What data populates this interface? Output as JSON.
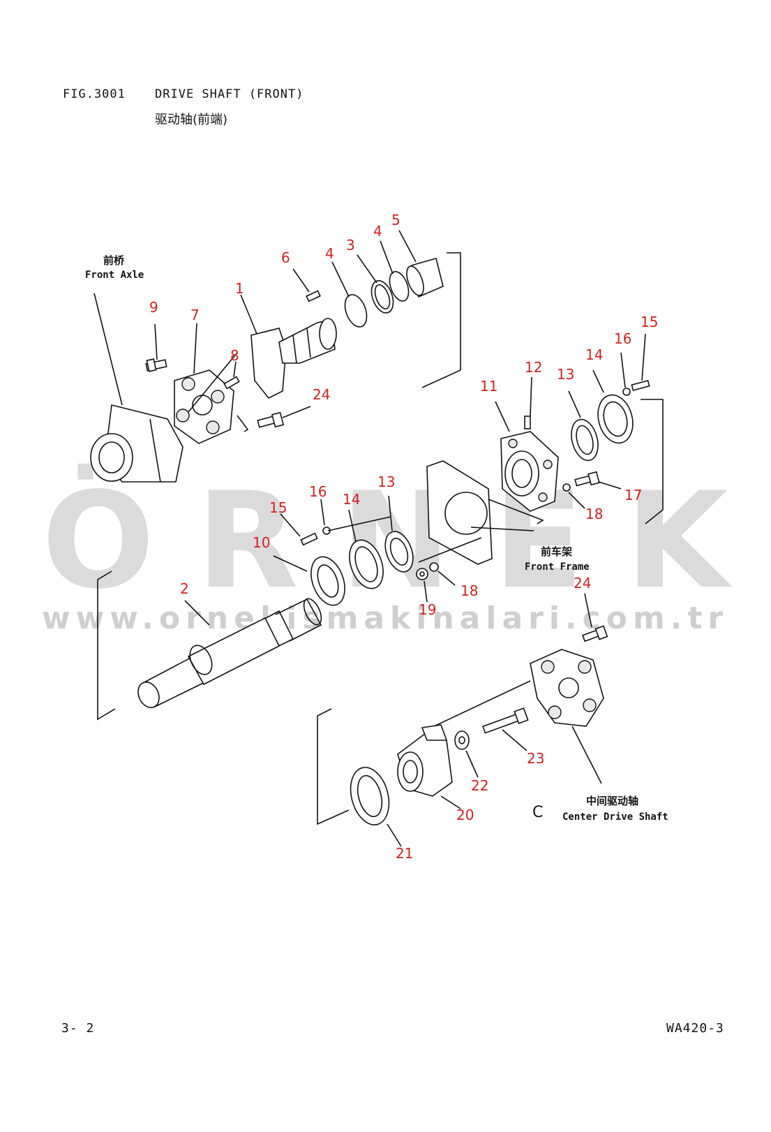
{
  "header": {
    "fig_number": "FIG.3001",
    "title_en": "DRIVE SHAFT (FRONT)",
    "title_cn": "驱动轴(前端)"
  },
  "footer": {
    "page": "3-  2",
    "model": "WA420-3"
  },
  "watermark": {
    "word": "ÖRNEK",
    "url": "www.ornekismakinalari.com.tr"
  },
  "labels": {
    "front_axle_cn": "前桥",
    "front_axle_en": "Front Axle",
    "front_frame_cn": "前车架",
    "front_frame_en": "Front Frame",
    "center_shaft_cn": "中间驱动轴",
    "center_shaft_en": "Center Drive Shaft",
    "view_c": "C"
  },
  "callouts": [
    {
      "id": "c1",
      "text": "1"
    },
    {
      "id": "c2",
      "text": "2"
    },
    {
      "id": "c3",
      "text": "3"
    },
    {
      "id": "c4a",
      "text": "4"
    },
    {
      "id": "c4b",
      "text": "4"
    },
    {
      "id": "c5",
      "text": "5"
    },
    {
      "id": "c6",
      "text": "6"
    },
    {
      "id": "c7",
      "text": "7"
    },
    {
      "id": "c8",
      "text": "8"
    },
    {
      "id": "c9",
      "text": "9"
    },
    {
      "id": "c10",
      "text": "10"
    },
    {
      "id": "c11",
      "text": "11"
    },
    {
      "id": "c12",
      "text": "12"
    },
    {
      "id": "c13a",
      "text": "13"
    },
    {
      "id": "c13b",
      "text": "13"
    },
    {
      "id": "c14a",
      "text": "14"
    },
    {
      "id": "c14b",
      "text": "14"
    },
    {
      "id": "c15a",
      "text": "15"
    },
    {
      "id": "c15b",
      "text": "15"
    },
    {
      "id": "c16a",
      "text": "16"
    },
    {
      "id": "c16b",
      "text": "16"
    },
    {
      "id": "c17",
      "text": "17"
    },
    {
      "id": "c18a",
      "text": "18"
    },
    {
      "id": "c18b",
      "text": "18"
    },
    {
      "id": "c19",
      "text": "19"
    },
    {
      "id": "c20",
      "text": "20"
    },
    {
      "id": "c21",
      "text": "21"
    },
    {
      "id": "c22",
      "text": "22"
    },
    {
      "id": "c23",
      "text": "23"
    },
    {
      "id": "c24a",
      "text": "24"
    },
    {
      "id": "c24b",
      "text": "24"
    }
  ]
}
